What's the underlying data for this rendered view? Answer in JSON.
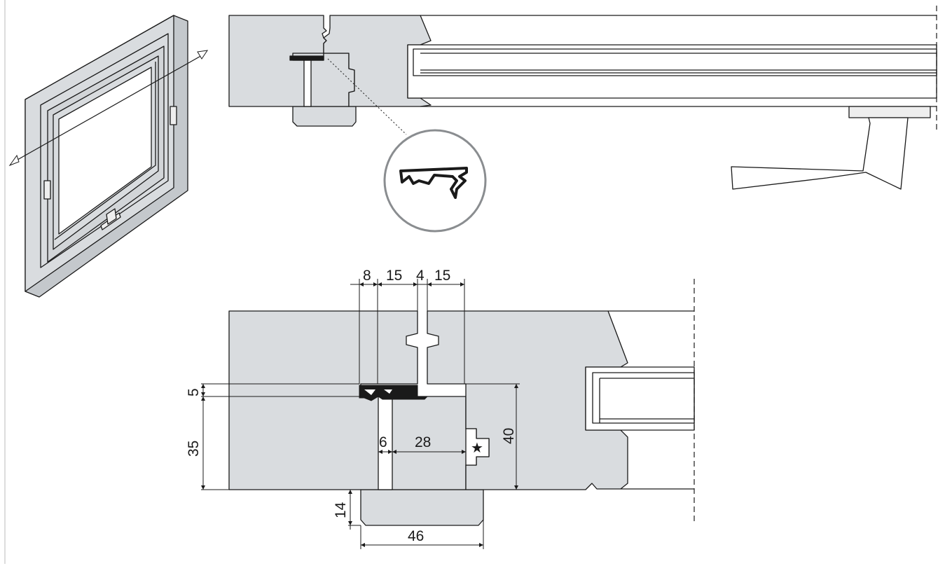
{
  "colors": {
    "wood": "#d9dcdf",
    "wood_dark": "#c4c8cc",
    "line": "#1a1a1a",
    "seal": "#1a1a1a",
    "magnifier_ring": "#8a8d90",
    "page": "#ffffff"
  },
  "dimensions": {
    "top_a": "8",
    "top_b": "15",
    "top_c": "4",
    "top_d": "15",
    "seal_height": "5",
    "sash_height": "35",
    "gap_width": "6",
    "rebate_width": "28",
    "frame_height": "40",
    "handle_offset": "14",
    "handle_width": "46"
  },
  "symbols": {
    "hardware_marker": "★"
  },
  "icons": {
    "section_arrow": "triangle-arrow-icon",
    "magnifier": "magnifier-circle-icon"
  }
}
